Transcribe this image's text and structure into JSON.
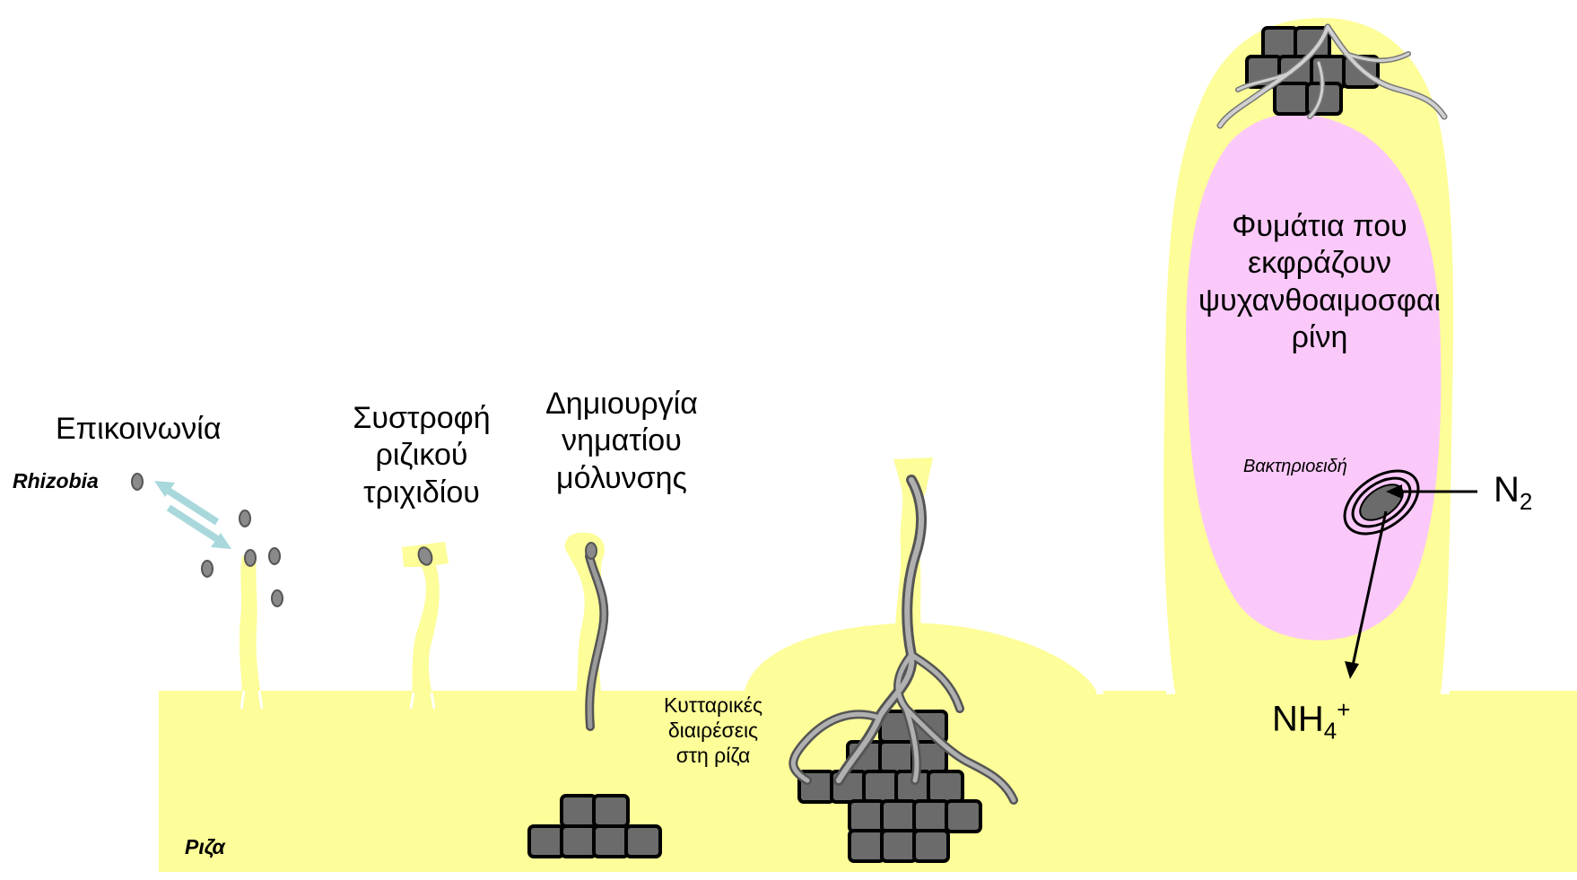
{
  "labels": {
    "communication": "Επικοινωνία",
    "rhizobia": "Rhizobia",
    "curling": [
      "Συστροφή",
      "ριζικού",
      "τριχιδίου"
    ],
    "infection_thread": [
      "Δημιουργία",
      "νηματίου",
      "μόλυνσης"
    ],
    "cell_divisions": [
      "Κυτταρικές",
      "διαιρέσεις",
      "στη ρίζα"
    ],
    "nodules": [
      "Φυμάτια που",
      "εκφράζουν",
      "ψυχανθοαιμοσφαι",
      "ρίνη"
    ],
    "bacteroids": "Βακτηριοειδή",
    "n2": {
      "base": "N",
      "sub": "2"
    },
    "nh4": {
      "base": "NH",
      "sub": "4",
      "sup": "+"
    },
    "root": "Ριζα"
  },
  "colors": {
    "root_fill": "#fdfd99",
    "nodule_inner": "#fbc9f9",
    "cells": "#6b6b6b",
    "thread": "#8a8a8a",
    "thread_light": "#c8c8c8",
    "arrow": "#a9d8dc",
    "bacteria": "#8a8a8a"
  }
}
